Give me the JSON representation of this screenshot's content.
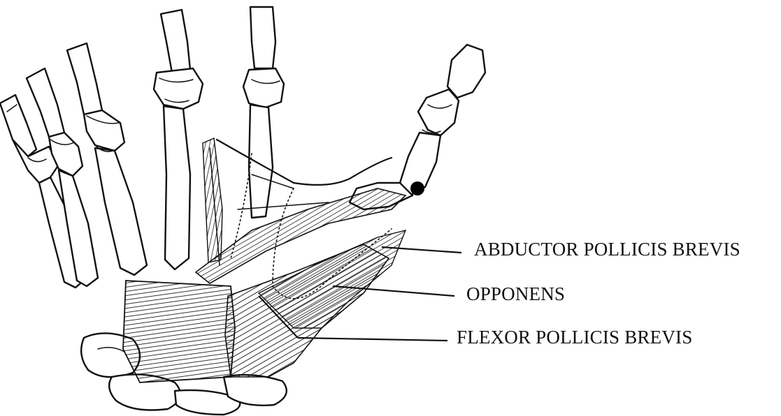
{
  "labels": {
    "abductor": "ABDUCTOR POLLICIS BREVIS",
    "opponens": "OPPONENS",
    "flexor": "FLEXOR POLLICIS BREVIS"
  },
  "colors": {
    "ink": "#111111",
    "background": "#ffffff"
  }
}
